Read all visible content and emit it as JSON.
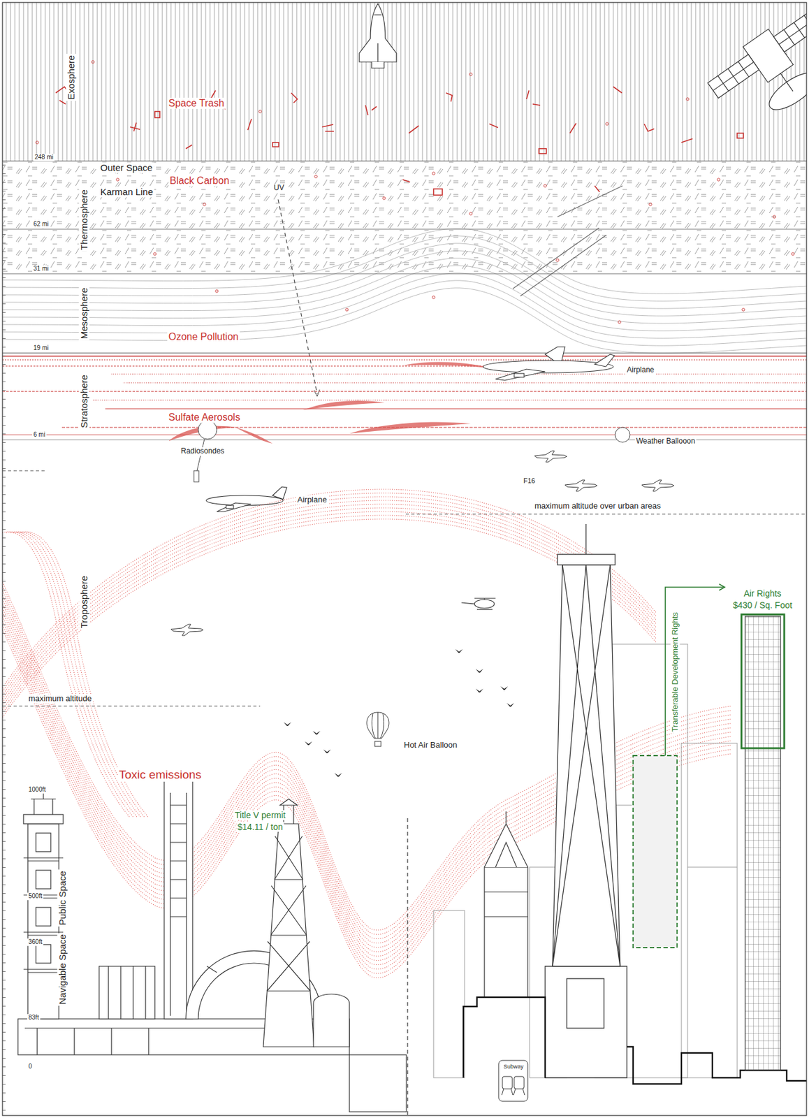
{
  "diagram": {
    "labels": [
      "Exosphere",
      "Space Trash",
      "248 mi",
      "Outer Space",
      "Thermosphere",
      "Black Carbon",
      "Karman Line",
      "UV",
      "62 mi",
      "31 mi",
      "Mesosphere",
      "Ozone Pollution",
      "19 mi",
      "Airplane",
      "Stratosphere",
      "Sulfate Aerosols",
      "6 mi",
      "Radiosondes",
      "Weather Ballooon",
      "F16",
      "Airplane",
      "maximum altitude over urban areas",
      "Troposphere",
      "Air Rights",
      "$430 / Sq. Foot",
      "Transferable Development Rights",
      "maximum altitude",
      "Hot Air Balloon",
      "Toxic emissions",
      "1000ft",
      "Title V permit",
      "$14.11 / ton",
      "Public Space",
      "500ft",
      "360ft",
      "Navigable Space",
      "83ft",
      "0",
      "Subway"
    ]
  }
}
